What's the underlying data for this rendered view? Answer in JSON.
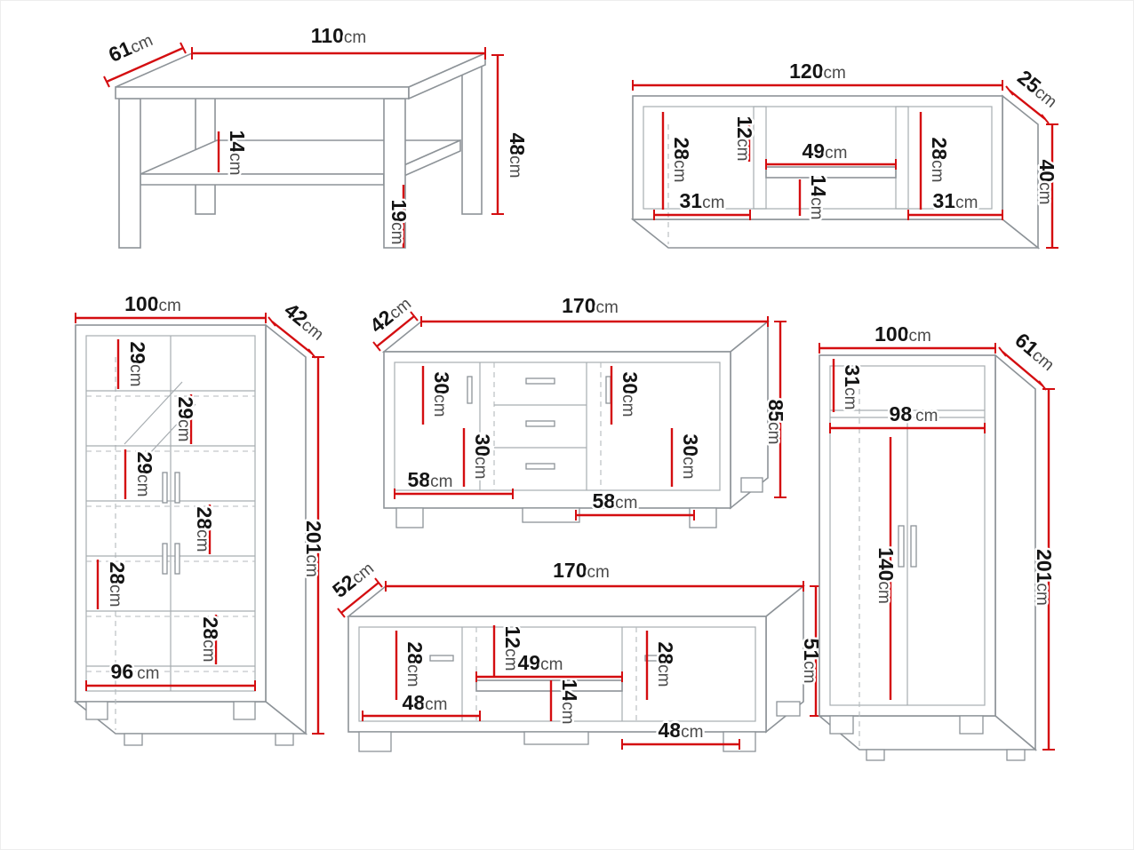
{
  "unit": "cm",
  "colors": {
    "dimension_line": "#d40d10",
    "furniture_outline": "#8d9398",
    "number_text": "#141414",
    "unit_text": "#4a4a4a",
    "background": "#ffffff"
  },
  "furniture": {
    "coffee_table": {
      "width": "110",
      "depth": "61",
      "height": "48",
      "top_to_shelf": "14",
      "shelf_to_floor": "19"
    },
    "wall_shelf": {
      "width": "120",
      "depth": "25",
      "height": "40",
      "left_inner_height": "28",
      "left_inner_width": "31",
      "niche_top_gap": "12",
      "niche_width": "49",
      "niche_bottom_gap": "14",
      "right_inner_height": "28",
      "right_inner_width": "31"
    },
    "display_cabinet": {
      "width": "100",
      "depth": "42",
      "height": "201",
      "shelf_gaps": [
        "29",
        "29",
        "29",
        "28",
        "28",
        "28"
      ],
      "inner_width": "96"
    },
    "sideboard": {
      "width": "170",
      "depth": "42",
      "height": "85",
      "compartment_heights": [
        "30",
        "30",
        "30",
        "30"
      ],
      "door_widths": [
        "58",
        "58"
      ]
    },
    "tv_stand": {
      "width": "170",
      "depth": "52",
      "height": "51",
      "left_door_height": "28",
      "niche_top_gap": "12",
      "niche_width": "49",
      "niche_bottom_gap": "14",
      "right_door_height": "28",
      "door_widths": [
        "48",
        "48"
      ]
    },
    "wardrobe": {
      "width": "100",
      "depth": "61",
      "height": "201",
      "top_section_height": "31",
      "inner_width": "98",
      "door_height": "140"
    }
  }
}
